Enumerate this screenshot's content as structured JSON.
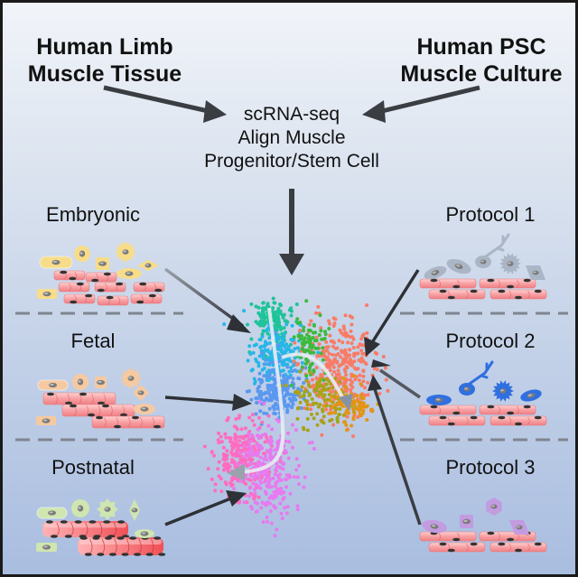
{
  "sources": {
    "left": {
      "line1": "Human Limb",
      "line2": "Muscle Tissue"
    },
    "right": {
      "line1": "Human PSC",
      "line2": "Muscle Culture"
    }
  },
  "center": {
    "line1": "scRNA-seq",
    "line2": "Align Muscle",
    "line3": "Progenitor/Stem Cell"
  },
  "left_panels": [
    {
      "label": "Embryonic",
      "cell_color": "#f7dc8a"
    },
    {
      "label": "Fetal",
      "cell_color": "#f7c9a0"
    },
    {
      "label": "Postnatal",
      "cell_color": "#cfe6b0"
    }
  ],
  "right_panels": [
    {
      "label": "Protocol 1",
      "cell_color": "#aab6c6"
    },
    {
      "label": "Protocol 2",
      "cell_color": "#2f6fe0"
    },
    {
      "label": "Protocol 3",
      "cell_color": "#c29be0"
    }
  ],
  "colors": {
    "frame_border": "#1a1a1a",
    "arrow": "#3a3d42",
    "divider": "#7f8590",
    "fiber": "#f4888a",
    "cluster_teal": "#1fc39a",
    "cluster_cyan": "#27b6e8",
    "cluster_blue": "#5a98f0",
    "cluster_green": "#3cba3c",
    "cluster_salmon": "#f97b66",
    "cluster_olive": "#a7a31a",
    "cluster_orange": "#e39416",
    "cluster_pink": "#ff6cc0",
    "cluster_violet": "#e77af0"
  }
}
